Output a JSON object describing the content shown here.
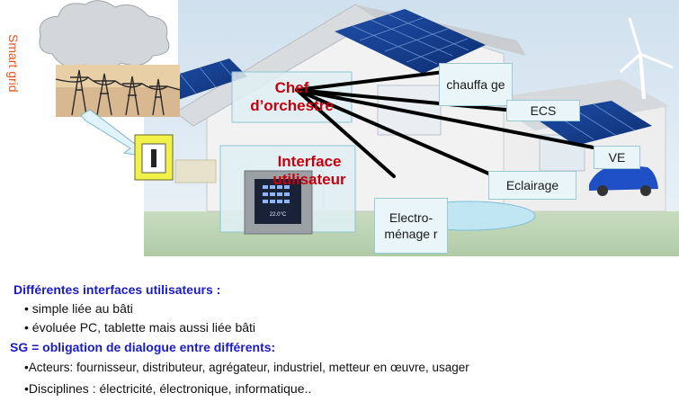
{
  "diagram": {
    "side_label": "Smart grid",
    "center_title": "Chef d’orchestre",
    "interface_title": "Interface utilisateur",
    "thermostat_reading": "22.0°C",
    "nodes": [
      {
        "id": "chauffage",
        "label": "chauffa ge"
      },
      {
        "id": "ecs",
        "label": "ECS"
      },
      {
        "id": "ve",
        "label": "VE"
      },
      {
        "id": "eclairage",
        "label": "Eclairage"
      },
      {
        "id": "electromenager",
        "label": "Electro-ménage r"
      }
    ]
  },
  "text": {
    "heading1": "Différentes interfaces utilisateurs :",
    "bullet1": "• simple liée au bâti",
    "bullet2": "• évoluée PC, tablette mais aussi liée bâti",
    "heading2": "SG = obligation de dialogue entre différents:",
    "bullet3": "•Acteurs: fournisseur, distributeur, agrégateur, industriel, metteur en œuvre, usager",
    "bullet4": "•Disciplines : électricité, électronique, informatique.."
  },
  "colors": {
    "accent_red": "#c8000c",
    "accent_blue": "#1a1ac8",
    "side_label": "#e8541a",
    "node_fill": "#e9f5f8"
  }
}
